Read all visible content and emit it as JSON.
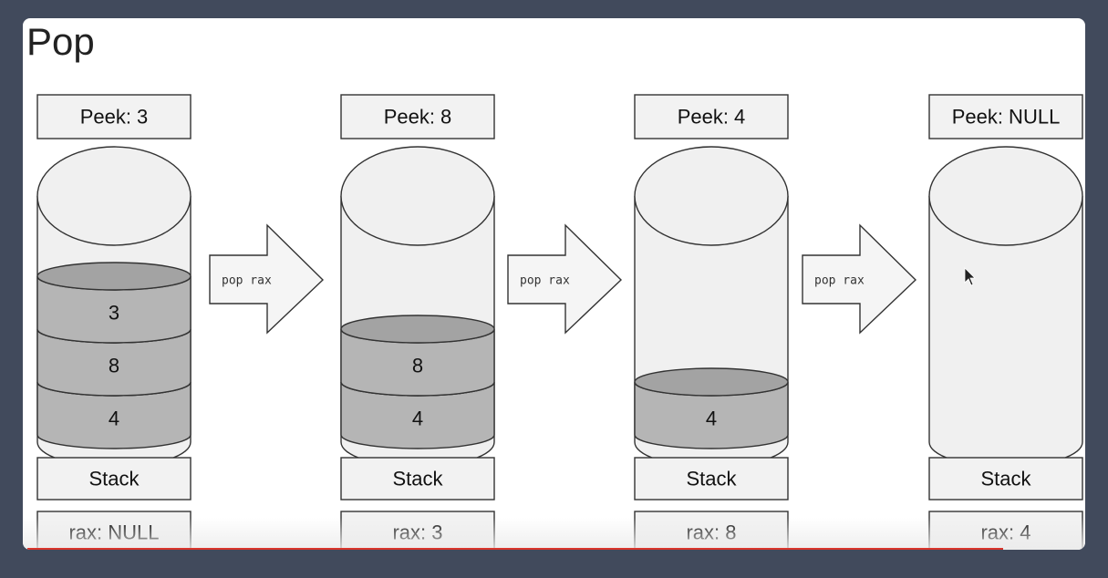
{
  "slide": {
    "title": "Pop"
  },
  "stages": [
    {
      "peek": "Peek: 3",
      "items": [
        "3",
        "8",
        "4"
      ],
      "stack_label": "Stack",
      "rax": "rax: NULL"
    },
    {
      "peek": "Peek: 8",
      "items": [
        "8",
        "4"
      ],
      "stack_label": "Stack",
      "rax": "rax: 3"
    },
    {
      "peek": "Peek: 4",
      "items": [
        "4"
      ],
      "stack_label": "Stack",
      "rax": "rax: 8"
    },
    {
      "peek": "Peek: NULL",
      "items": [],
      "stack_label": "Stack",
      "rax": "rax: 4"
    }
  ],
  "arrows": [
    {
      "label": "pop rax"
    },
    {
      "label": "pop rax"
    },
    {
      "label": "pop rax"
    }
  ],
  "colors": {
    "background": "#414a5c",
    "slide": "#ffffff",
    "cylinder": "#f0f0f0",
    "stack_item": "#b5b5b5",
    "progress": "#d9342b"
  },
  "icons": {
    "cursor": "mouse-pointer-icon"
  }
}
